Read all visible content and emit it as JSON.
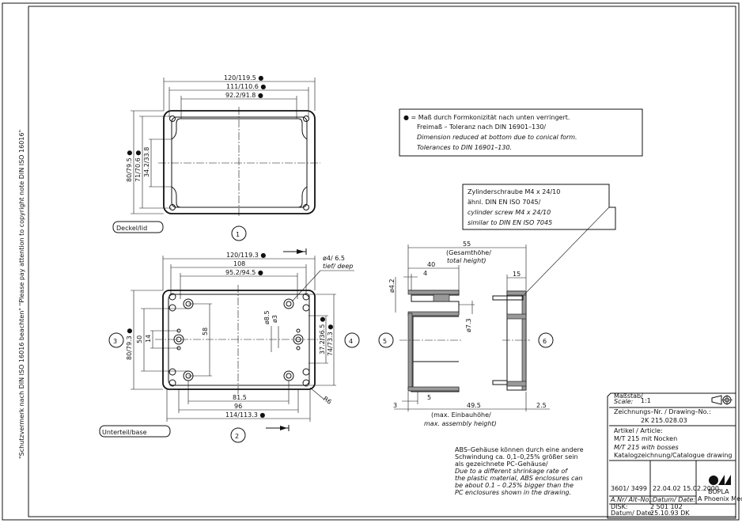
{
  "margin_note": "\"Schutzvermerk nach DIN ISO 16016 beachten\" \"Please pay attention to copyright note DIN ISO 16016\"",
  "lid_view": {
    "label": "Deckel/lid",
    "number": "1",
    "dims": {
      "w_outer": "120/119.5 ●",
      "w_mid": "111/110.6 ●",
      "w_inner": "92.2/91.8 ●",
      "h_outer": "80/79.5 ●",
      "h_mid": "71/70.6 ●",
      "h_inner": "34.2/33.8"
    }
  },
  "base_view": {
    "label": "Unterteil/base",
    "number_bottom": "2",
    "number_left": "3",
    "number_right": "4",
    "dims": {
      "w_outer": "120/119.3 ●",
      "w_108": "108",
      "w_inner": "95.2/94.5 ●",
      "w_815": "81.5",
      "w_96": "96",
      "w_bottom": "114/113.3 ●",
      "h_outer": "80/79.3 ●",
      "h_50": "50",
      "h_14": "14",
      "h_58": "58",
      "d_85": "ø8.5",
      "d_3": "ø3",
      "h_372": "37.2/36.5 ●",
      "h_74": "74/73.3 ●",
      "radius": "R6",
      "hole_line1": "ø4/ 6.5",
      "hole_line2": "tief/ deep"
    }
  },
  "side_view": {
    "number": "5",
    "dims": {
      "total": "55",
      "total_label1": "(Gesamthöhe/",
      "total_label2": "total height)",
      "d40": "40",
      "d4": "4",
      "d42": "ø4.2",
      "d73": "ø7.3",
      "d5": "5",
      "d3": "3",
      "d495": "49.5",
      "assembly1": "(max. Einbauhöhe/",
      "assembly2": "max. assembly height)"
    }
  },
  "lid_side_view": {
    "number": "6",
    "dims": {
      "d15": "15",
      "d25": "2.5"
    }
  },
  "note_conicity": {
    "line1": "● = Maß durch Formkonizität nach unten verringert.",
    "line2": "Freimaß – Toleranz nach  DIN 16901–130/",
    "line3": "Dimension reduced at bottom due to conical form.",
    "line4": "Tolerances to DIN 16901–130."
  },
  "note_screw": {
    "line1": "Zylinderschraube M4 x 24/10",
    "line2": "ähnl. DIN EN ISO 7045/",
    "line3": "cylinder screw M4 x 24/10",
    "line4": "similar to DIN EN ISO 7045"
  },
  "note_abs": {
    "line1": "ABS–Gehäuse können durch eine andere",
    "line2": "Schwindung ca. 0,1–0,25% größer sein",
    "line3": "als gezeichnete PC–Gehäuse/",
    "line4": "Due to a different shrinkage rate of",
    "line5": "the plastic material, ABS enclosures can",
    "line6": "be about 0.1 – 0.25% bigger than the",
    "line7": "PC enclosures shown in the drawing."
  },
  "title_block": {
    "scale_label": "Maßstab/",
    "scale_label_en": "Scale:",
    "scale": "1:1",
    "drawing_no_label": "Zeichnungs–Nr. / Drawing–No.:",
    "drawing_no": "2K 215.028.03",
    "article_label": "Artikel / Article:",
    "article_de": "M/T 215 mit Nocken",
    "article_en": "M/T 215 with bosses",
    "article_type": "Katalogzeichnung/Catalogue drawing",
    "rev_no": "3601/ 3499",
    "rev_date": "22.04.02 15.02.2000",
    "rev_no_label": "Ä.Nr/ Alt–No.:",
    "rev_date_label": "Datum/ Date:",
    "disk_label": "DISK:",
    "disk": "2 501 102",
    "date_label": "Datum/ Date:",
    "date": "25.10.93 DK",
    "brand": "BOPLA",
    "brand_sub": "A Phoenix Mecano Company"
  }
}
